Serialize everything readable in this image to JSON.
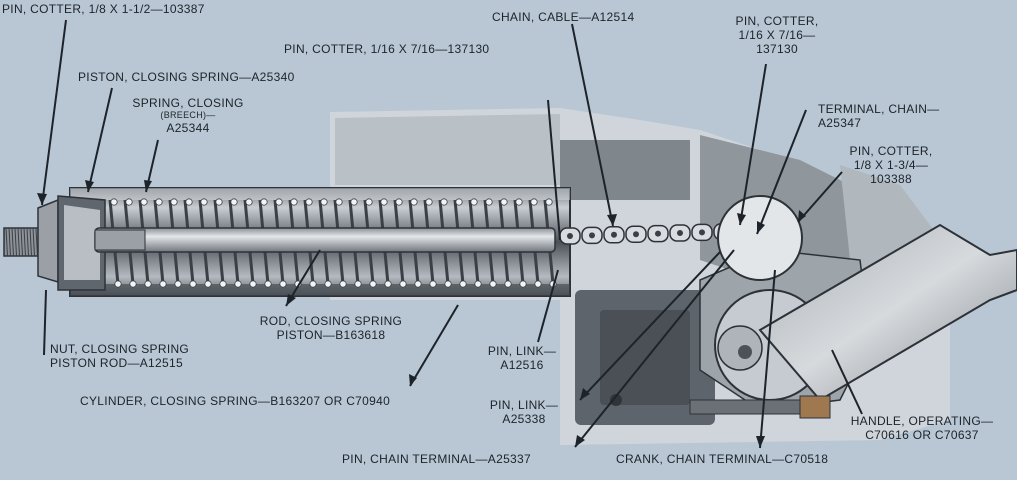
{
  "labels": {
    "pin_cotter_103387": "PIN, COTTER, 1/8 X 1-1/2—103387",
    "chain_cable": "CHAIN, CABLE—A12514",
    "pin_cotter_137130_top": "PIN, COTTER, 1/16 X 7/16—137130",
    "pin_cotter_137130_right": [
      "PIN, COTTER,",
      "1/16 X 7/16—",
      "137130"
    ],
    "piston_closing_spring": "PISTON, CLOSING SPRING—A25340",
    "spring_closing": [
      "SPRING, CLOSING",
      "(BREECH)—",
      "A25344"
    ],
    "terminal_chain": [
      "TERMINAL, CHAIN—",
      "A25347"
    ],
    "pin_cotter_103388": [
      "PIN, COTTER,",
      "1/8 X 1-3/4—",
      "103388"
    ],
    "rod_closing_spring": [
      "ROD, CLOSING SPRING",
      "PISTON—B163618"
    ],
    "nut_closing_spring": [
      "NUT, CLOSING SPRING",
      "PISTON ROD—A12515"
    ],
    "pin_link_a12516": [
      "PIN, LINK—",
      "A12516"
    ],
    "cylinder_closing_spring": "CYLINDER, CLOSING SPRING—B163207 OR C70940",
    "pin_link_a25338": [
      "PIN, LINK—",
      "A25338"
    ],
    "handle_operating": [
      "HANDLE, OPERATING—",
      "C70616 OR C70637"
    ],
    "pin_chain_terminal": "PIN, CHAIN TERMINAL—A25337",
    "crank_chain_terminal": "CRANK, CHAIN TERMINAL—C70518"
  }
}
